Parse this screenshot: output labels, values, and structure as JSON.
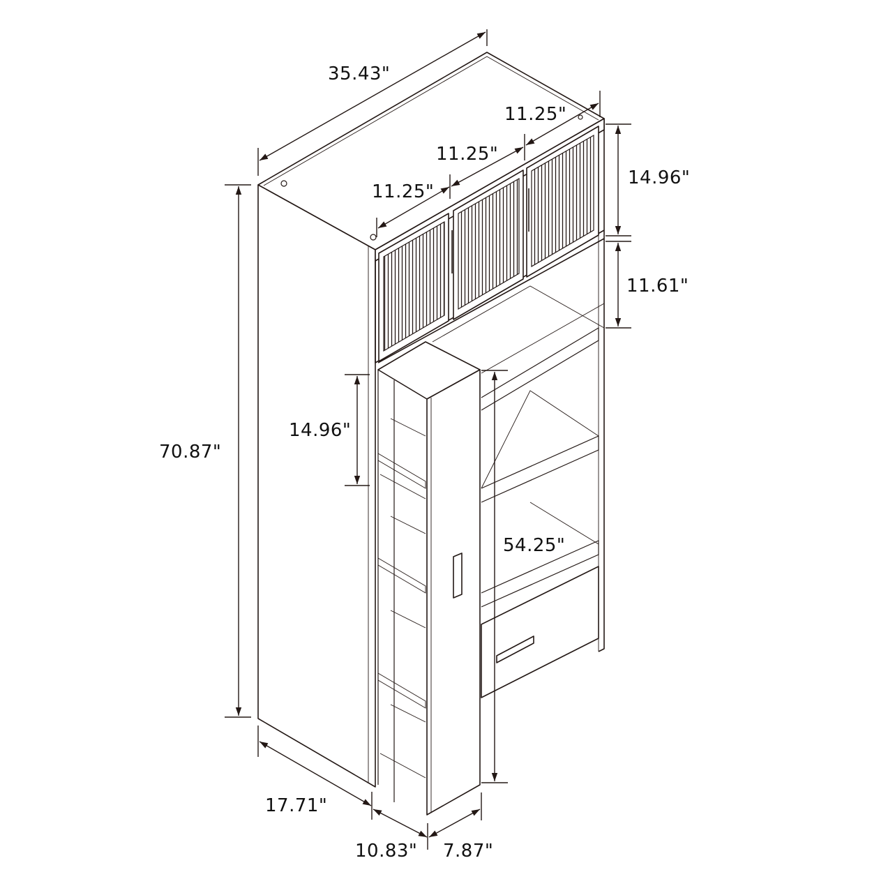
{
  "diagram": {
    "subject": "tall storage cabinet with fluted glass upper doors, pull-out pantry, open shelves and bottom drawer",
    "colors": {
      "line": "#231815",
      "background": "#ffffff",
      "text": "#111111"
    },
    "dimensions": {
      "overall_width": "35.43\"",
      "overall_height": "70.87\"",
      "overall_depth": "17.71\"",
      "upper_door_width_1": "11.25\"",
      "upper_door_width_2": "11.25\"",
      "upper_door_width_3": "11.25\"",
      "upper_cabinet_height": "14.96\"",
      "open_shelf_height": "11.61\"",
      "pullout_shelf_spacing": "14.96\"",
      "pullout_height": "54.25\"",
      "pullout_depth": "10.83\"",
      "pullout_width": "7.87\""
    }
  }
}
